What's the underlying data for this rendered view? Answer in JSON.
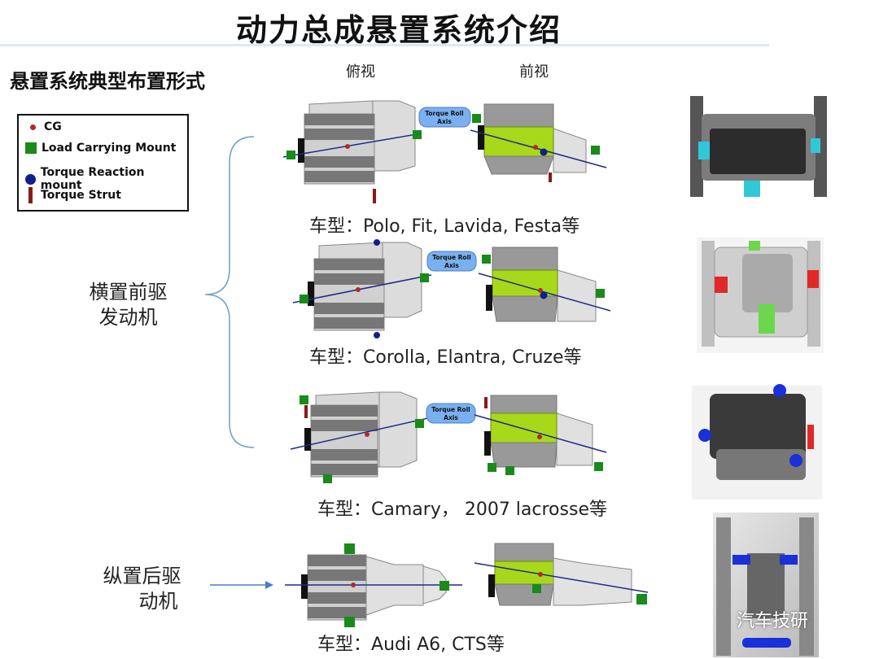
{
  "title": "动力总成悬置系统介绍",
  "subtitle": "悬置系统典型布置形式",
  "views": {
    "top": "俯视",
    "front": "前视"
  },
  "legend": {
    "cg": "CG",
    "load_mount": "Load Carrying Mount",
    "torque_mount": "Torque Reaction mount",
    "torque_strut": "Torque Strut"
  },
  "groups": {
    "transverse": {
      "line1": "横置前驱",
      "line2": "发动机"
    },
    "longitudinal": {
      "line1": "纵置后驱",
      "line2": "动机"
    }
  },
  "torque_axis_label": "Torque Roll Axis",
  "rows": [
    {
      "model_label": "车型：",
      "models": "Polo, Fit, Lavida, Festa等"
    },
    {
      "model_label": "车型：",
      "models": "Corolla, Elantra, Cruze等"
    },
    {
      "model_label": "车型：",
      "models": "Camary， 2007 lacrosse等"
    },
    {
      "model_label": "车型：",
      "models": "Audi A6, CTS等"
    }
  ],
  "watermark": "汽车技研",
  "colors": {
    "cg": "#b02a2a",
    "load_mount": "#1a8a1a",
    "torque_mount": "#10208a",
    "torque_strut": "#8a1a1a",
    "engine_gray": "#7a7a7a",
    "trans_gray": "#d4d4d4",
    "highlight_green": "#a8d81a",
    "axis_line": "#1e2a8a",
    "axis_bubble": "#7ab0f0"
  }
}
